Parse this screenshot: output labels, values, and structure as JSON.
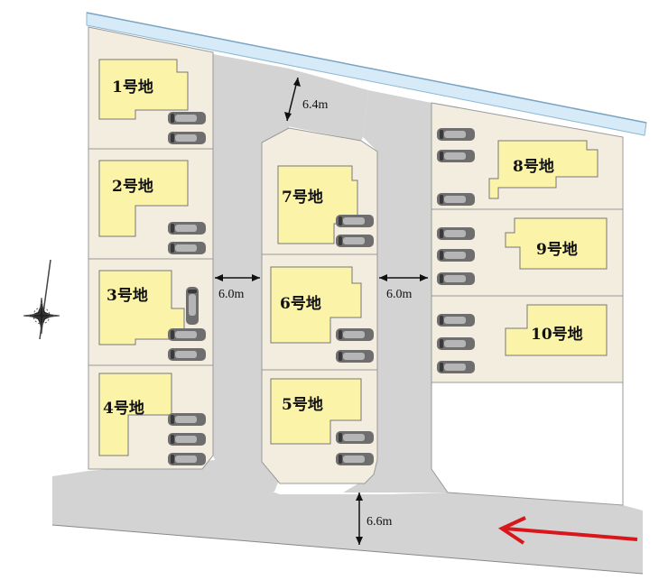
{
  "lots": [
    {
      "id": "1",
      "label": "1号地"
    },
    {
      "id": "2",
      "label": "2号地"
    },
    {
      "id": "3",
      "label": "3号地"
    },
    {
      "id": "4",
      "label": "4号地"
    },
    {
      "id": "5",
      "label": "5号地"
    },
    {
      "id": "6",
      "label": "6号地"
    },
    {
      "id": "7",
      "label": "7号地"
    },
    {
      "id": "8",
      "label": "8号地"
    },
    {
      "id": "9",
      "label": "9号地"
    },
    {
      "id": "10",
      "label": "10号地"
    }
  ],
  "road_widths": {
    "top_road": "6.4m",
    "left_road": "6.0m",
    "right_road": "6.0m",
    "front_road": "6.6m"
  },
  "colors": {
    "lot_fill": "#f4eee1",
    "house_fill": "#fbf4a8",
    "road_fill": "#d4d4d4",
    "river_fill": "#cfe6f5",
    "arrow": "#d8161c"
  },
  "icons": [
    "compass-icon",
    "car-icon",
    "direction-arrow-icon"
  ]
}
